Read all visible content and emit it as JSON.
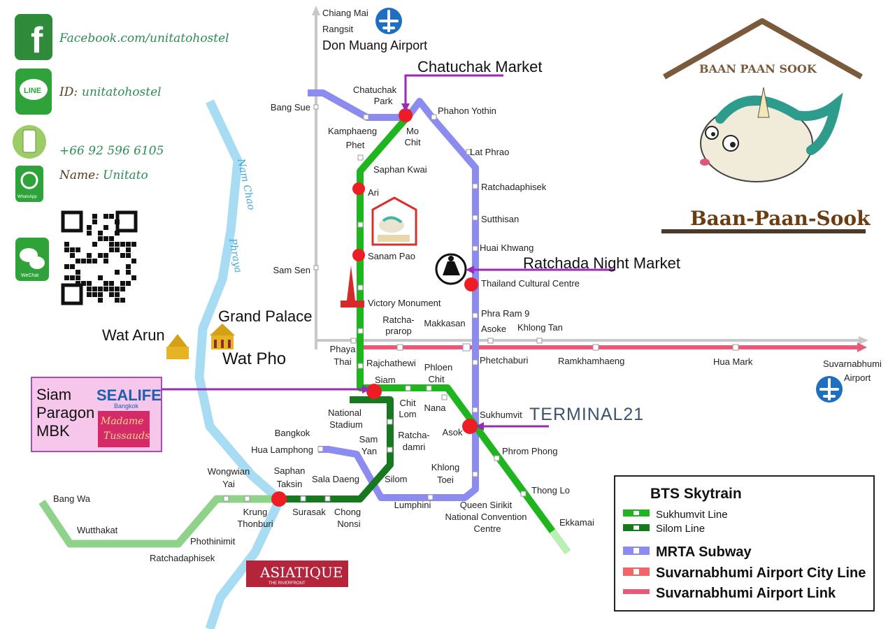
{
  "contacts": {
    "facebook": "Facebook.com/unitatohostel",
    "line_prefix": "ID: ",
    "line_id": "unitatohostel",
    "phone": "+66 92 596 6105",
    "name_prefix": "Name: ",
    "name": "Unitato",
    "line_icon": "LINE",
    "whatsapp_icon": "WhatsApp",
    "wechat_icon": "WeChat"
  },
  "brand": {
    "roof_text": "BAAN PAAN SOOK",
    "name": "Baan-Paan-Sook"
  },
  "airports": {
    "north_1": "Chiang Mai",
    "north_2": "Rangsit",
    "north_3": "Don Muang Airport",
    "east_1": "Suvarnabhumi",
    "east_2": "Airport"
  },
  "landmarks": {
    "chatuchak_market": "Chatuchak Market",
    "ratchada_night_market": "Ratchada Night Market",
    "grand_palace": "Grand Palace",
    "wat_arun": "Wat Arun",
    "wat_pho": "Wat Pho",
    "siam_box": [
      "Siam",
      "Paragon",
      "MBK"
    ],
    "sealife": "SEALIFE",
    "sealife_sub": "Bangkok",
    "tussauds_1": "Madame",
    "tussauds_2": "Tussauds",
    "terminal21": "TERMINAL21",
    "asiatique": "ASIATIQUE",
    "asiatique_sub": "THE RIVERFRONT"
  },
  "river": {
    "name_1": "Nam Chao",
    "name_2": "Phraya"
  },
  "stations": {
    "bang_sue": "Bang Sue",
    "chatuchak_park_1": "Chatuchak",
    "chatuchak_park_2": "Park",
    "phahon_yothin": "Phahon Yothin",
    "kamphaeng_phet_1": "Kamphaeng",
    "kamphaeng_phet_2": "Phet",
    "mo_chit_1": "Mo",
    "mo_chit_2": "Chit",
    "lat_phrao": "Lat Phrao",
    "saphan_kwai": "Saphan Kwai",
    "ari": "Ari",
    "ratchadaphisek": "Ratchadaphisek",
    "sutthisan": "Sutthisan",
    "huai_khwang": "Huai Khwang",
    "sanam_pao": "Sanam Pao",
    "sam_sen": "Sam Sen",
    "thailand_cultural_centre": "Thailand Cultural Centre",
    "victory_monument": "Victory Monument",
    "phra_ram_9": "Phra Ram 9",
    "ratchaprarop_1": "Ratcha-",
    "ratchaprarop_2": "prarop",
    "makkasan": "Makkasan",
    "asoke_top": "Asoke",
    "khlong_tan": "Khlong Tan",
    "phaya_thai_1": "Phaya",
    "phaya_thai_2": "Thai",
    "rajchathewi": "Rajchathewi",
    "phloen_chit_1": "Phloen",
    "phloen_chit_2": "Chit",
    "phetchaburi": "Phetchaburi",
    "ramkhamhaeng": "Ramkhamhaeng",
    "hua_mark": "Hua Mark",
    "siam": "Siam",
    "national_stadium_1": "National",
    "national_stadium_2": "Stadium",
    "chit_lom_1": "Chit",
    "chit_lom_2": "Lom",
    "nana": "Nana",
    "sukhumvit": "Sukhumvit",
    "asok": "Asok",
    "ratchadamri_1": "Ratcha-",
    "ratchadamri_2": "damri",
    "sam_yan_1": "Sam",
    "sam_yan_2": "Yan",
    "bangkok": "Bangkok",
    "hua_lamphong": "Hua Lamphong",
    "phrom_phong": "Phrom Phong",
    "khlong_toei_1": "Khlong",
    "khlong_toei_2": "Toei",
    "silom": "Silom",
    "sala_daeng": "Sala Daeng",
    "saphan_taksin_1": "Saphan",
    "saphan_taksin_2": "Taksin",
    "wongwian_yai_1": "Wongwian",
    "wongwian_yai_2": "Yai",
    "thong_lo": "Thong Lo",
    "lumphini": "Lumphini",
    "qsncc_1": "Queen Sirikit",
    "qsncc_2": "National Convention",
    "qsncc_3": "Centre",
    "surasak": "Surasak",
    "chong_nonsi_1": "Chong",
    "chong_nonsi_2": "Nonsi",
    "krung_thonburi_1": "Krung",
    "krung_thonburi_2": "Thonburi",
    "bang_wa": "Bang Wa",
    "wutthakat": "Wutthakat",
    "phothinimit": "Phothinimit",
    "ratchadaphisek_w": "Ratchadaphisek",
    "ekkamai": "Ekkamai"
  },
  "legend": {
    "title": "BTS Skytrain",
    "sukhumvit": "Sukhumvit Line",
    "silom": "Silom Line",
    "mrta": "MRTA Subway",
    "city_line": "Suvarnabhumi Airport City Line",
    "airport_link": "Suvarnabhumi Airport Link"
  },
  "colors": {
    "sukhumvit": "#1fb51f",
    "silom": "#17791e",
    "silom_ext": "#8fd38a",
    "mrt": "#8c8cf0",
    "airport_link": "#e85a78",
    "river": "#a8dcf2",
    "rail": "#bdbdbd",
    "marker": "#ee1c25",
    "arrow": "#9b2ab5",
    "contact_green": "#2e8b57",
    "brand_brown": "#6a3d12"
  }
}
